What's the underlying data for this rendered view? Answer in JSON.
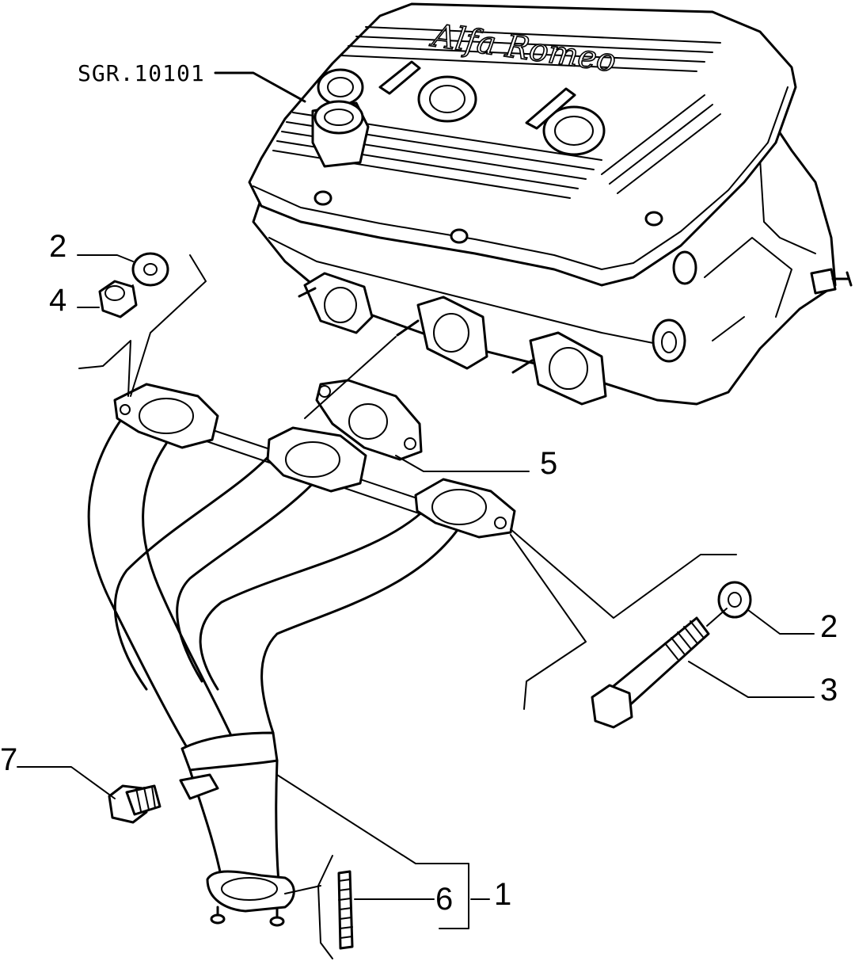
{
  "diagram": {
    "reference_code": "SGR.10101",
    "logo_text": "Alfa Romeo",
    "callouts": {
      "c1": "1",
      "c2a": "2",
      "c2b": "2",
      "c3": "3",
      "c4": "4",
      "c5": "5",
      "c6": "6",
      "c7": "7"
    }
  }
}
